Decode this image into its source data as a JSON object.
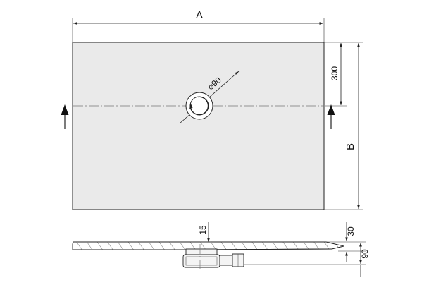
{
  "dimensions": {
    "width_label": "A",
    "length_label": "B",
    "drain_offset": "300",
    "drain_diameter": "⌀90",
    "drain_depth": "15",
    "tray_thickness": "30",
    "total_height": "90"
  },
  "colors": {
    "tray_fill": "#eaeaea",
    "lines": "#222222",
    "hatch": "#666666"
  },
  "icons": {
    "section_arrow": "arrow-up-icon",
    "rotation": "rotation-arrow-icon"
  }
}
